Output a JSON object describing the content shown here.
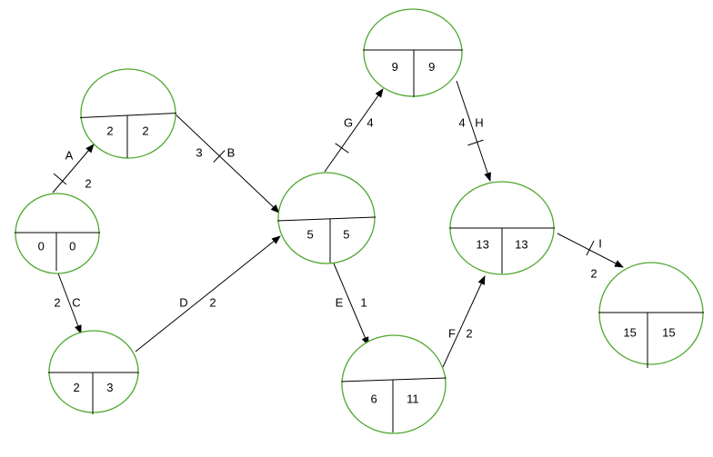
{
  "diagram": {
    "nodes": [
      {
        "id": "n1",
        "early": "0",
        "late": "0"
      },
      {
        "id": "n2",
        "early": "2",
        "late": "2"
      },
      {
        "id": "n3",
        "early": "2",
        "late": "3"
      },
      {
        "id": "n4",
        "early": "5",
        "late": "5"
      },
      {
        "id": "n5",
        "early": "9",
        "late": "9"
      },
      {
        "id": "n6",
        "early": "6",
        "late": "11"
      },
      {
        "id": "n7",
        "early": "13",
        "late": "13"
      },
      {
        "id": "n8",
        "early": "15",
        "late": "15"
      }
    ],
    "activities": [
      {
        "name": "A",
        "duration": "2",
        "from": "n1",
        "to": "n2",
        "critical": true
      },
      {
        "name": "C",
        "duration": "2",
        "from": "n1",
        "to": "n3",
        "critical": false
      },
      {
        "name": "B",
        "duration": "3",
        "from": "n2",
        "to": "n4",
        "critical": true
      },
      {
        "name": "D",
        "duration": "2",
        "from": "n3",
        "to": "n4",
        "critical": false
      },
      {
        "name": "G",
        "duration": "4",
        "from": "n4",
        "to": "n5",
        "critical": true
      },
      {
        "name": "E",
        "duration": "1",
        "from": "n4",
        "to": "n6",
        "critical": false
      },
      {
        "name": "H",
        "duration": "4",
        "from": "n5",
        "to": "n7",
        "critical": true
      },
      {
        "name": "F",
        "duration": "2",
        "from": "n6",
        "to": "n7",
        "critical": false
      },
      {
        "name": "I",
        "duration": "2",
        "from": "n7",
        "to": "n8",
        "critical": true
      }
    ],
    "colors": {
      "node_outline": "#4ea72e",
      "line": "#000000"
    }
  }
}
